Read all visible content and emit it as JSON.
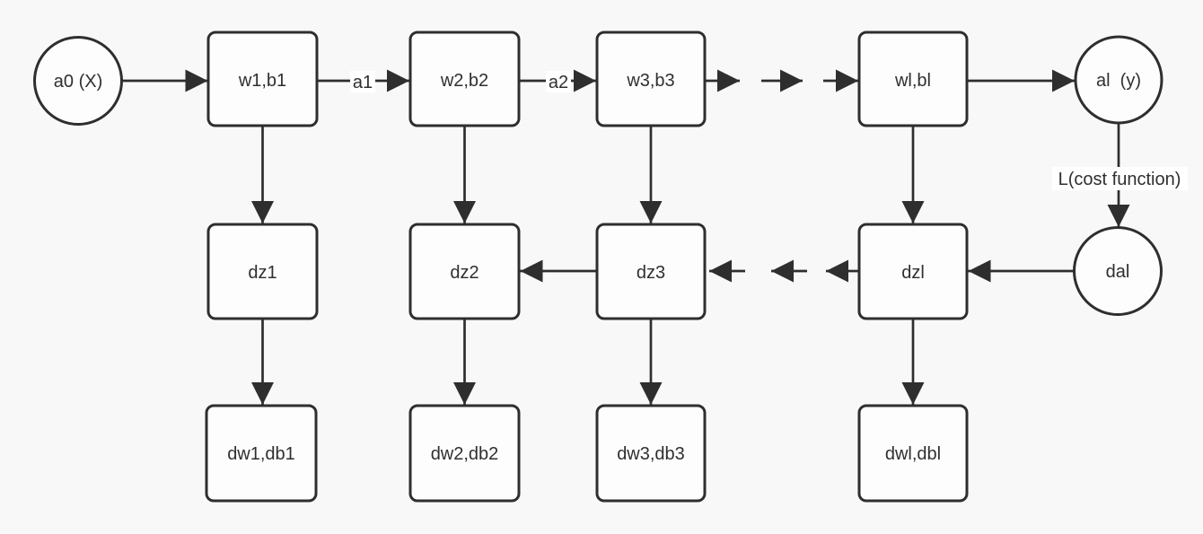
{
  "colors": {
    "background": "#f8f8f8",
    "node_fill": "#fdfdfd",
    "stroke": "#2e2e2e",
    "text": "#2f2f2f",
    "edge_label_background": "#ffffff"
  },
  "nodes": {
    "a0": "a0 (X)",
    "w1b1": "w1,b1",
    "w2b2": "w2,b2",
    "w3b3": "w3,b3",
    "wlbl": "wl,bl",
    "al": "al  (y)",
    "dal": "dal",
    "dz1": "dz1",
    "dz2": "dz2",
    "dz3": "dz3",
    "dzl": "dzl",
    "dw1db1": "dw1,db1",
    "dw2db2": "dw2,db2",
    "dw3db3": "dw3,db3",
    "dwldbl": "dwl,dbl"
  },
  "edge_labels": {
    "a1": "a1",
    "a2": "a2",
    "cost": "L(cost function)"
  }
}
